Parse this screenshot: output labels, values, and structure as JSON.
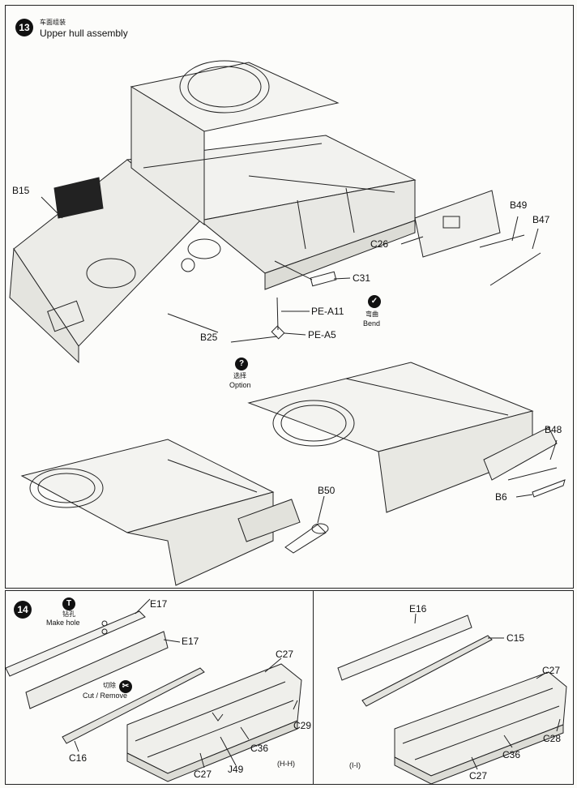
{
  "step13": {
    "number": "13",
    "title_cn": "车面组装",
    "title": "Upper hull assembly",
    "parts": {
      "b15": "B15",
      "c26": "C26",
      "b49": "B49",
      "b47": "B47",
      "c31": "C31",
      "pe_a11": "PE-A11",
      "pe_a5": "PE-A5",
      "b25": "B25",
      "b48": "B48",
      "b6": "B6",
      "b50": "B50"
    },
    "bend_cn": "弯曲",
    "bend": "Bend",
    "option_cn": "选择",
    "option": "Option",
    "option_icon": "?"
  },
  "step14": {
    "number": "14",
    "make_hole_cn": "钻孔",
    "make_hole": "Make hole",
    "make_hole_icon": "T",
    "cut_cn": "切除",
    "cut": "Cut / Remove",
    "parts_left": {
      "e17a": "E17",
      "e17b": "E17",
      "c27a": "C27",
      "c29": "C29",
      "c16": "C16",
      "c36": "C36",
      "c27b": "C27",
      "j49": "J49",
      "section": "(H-H)"
    },
    "parts_right": {
      "e16": "E16",
      "c15": "C15",
      "c27a": "C27",
      "c28": "C28",
      "c36": "C36",
      "c27b": "C27",
      "section": "(I-I)"
    }
  }
}
